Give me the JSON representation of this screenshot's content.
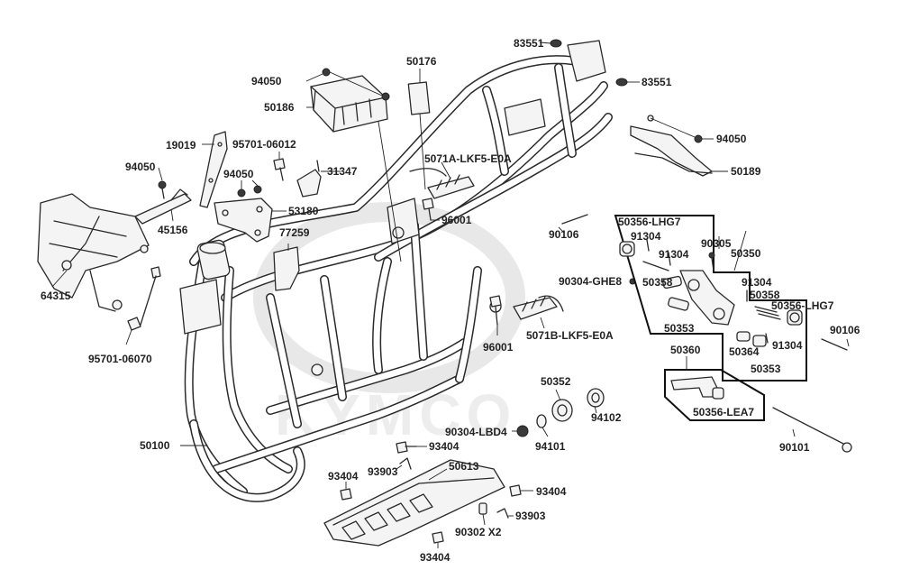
{
  "watermark": {
    "brand": "KYMCO"
  },
  "labels": {
    "l83551a": "83551",
    "l83551b": "83551",
    "l50176": "50176",
    "l94050a": "94050",
    "l50186": "50186",
    "l94050b": "94050",
    "l50189": "50189",
    "l19019": "19019",
    "l95701_06012": "95701-06012",
    "l94050c": "94050",
    "l94050d": "94050",
    "l31347": "31347",
    "l5071A": "5071A-LKF5-E0A",
    "l45156": "45156",
    "l53180": "53180",
    "l96001a": "96001",
    "l50356_LHG7a": "50356-LHG7",
    "l91304a": "91304",
    "l90305": "90305",
    "l50350": "50350",
    "l90106a": "90106",
    "l77259": "77259",
    "l91304b": "91304",
    "l64315": "64315",
    "l90304_GHE8": "90304-GHE8",
    "l50358a": "50358",
    "l91304c": "91304",
    "l50358b": "50358",
    "l50356_LHG7b": "50356-LHG7",
    "l50353a": "50353",
    "l90106b": "90106",
    "l5071B": "5071B-LKF5-E0A",
    "l91304d": "91304",
    "l95701_06070": "95701-06070",
    "l96001b": "96001",
    "l50364": "50364",
    "l50353b": "50353",
    "l50360": "50360",
    "l50352": "50352",
    "l94102": "94102",
    "l50356_LEA7": "50356-LEA7",
    "l90304_LBD4": "90304-LBD4",
    "l94101": "94101",
    "l50100": "50100",
    "l93404a": "93404",
    "l90101": "90101",
    "l50613": "50613",
    "l93903a": "93903",
    "l93404b": "93404",
    "l93404c": "93404",
    "l93903b": "93903",
    "l90302": "90302 X2",
    "l93404d": "93404"
  }
}
